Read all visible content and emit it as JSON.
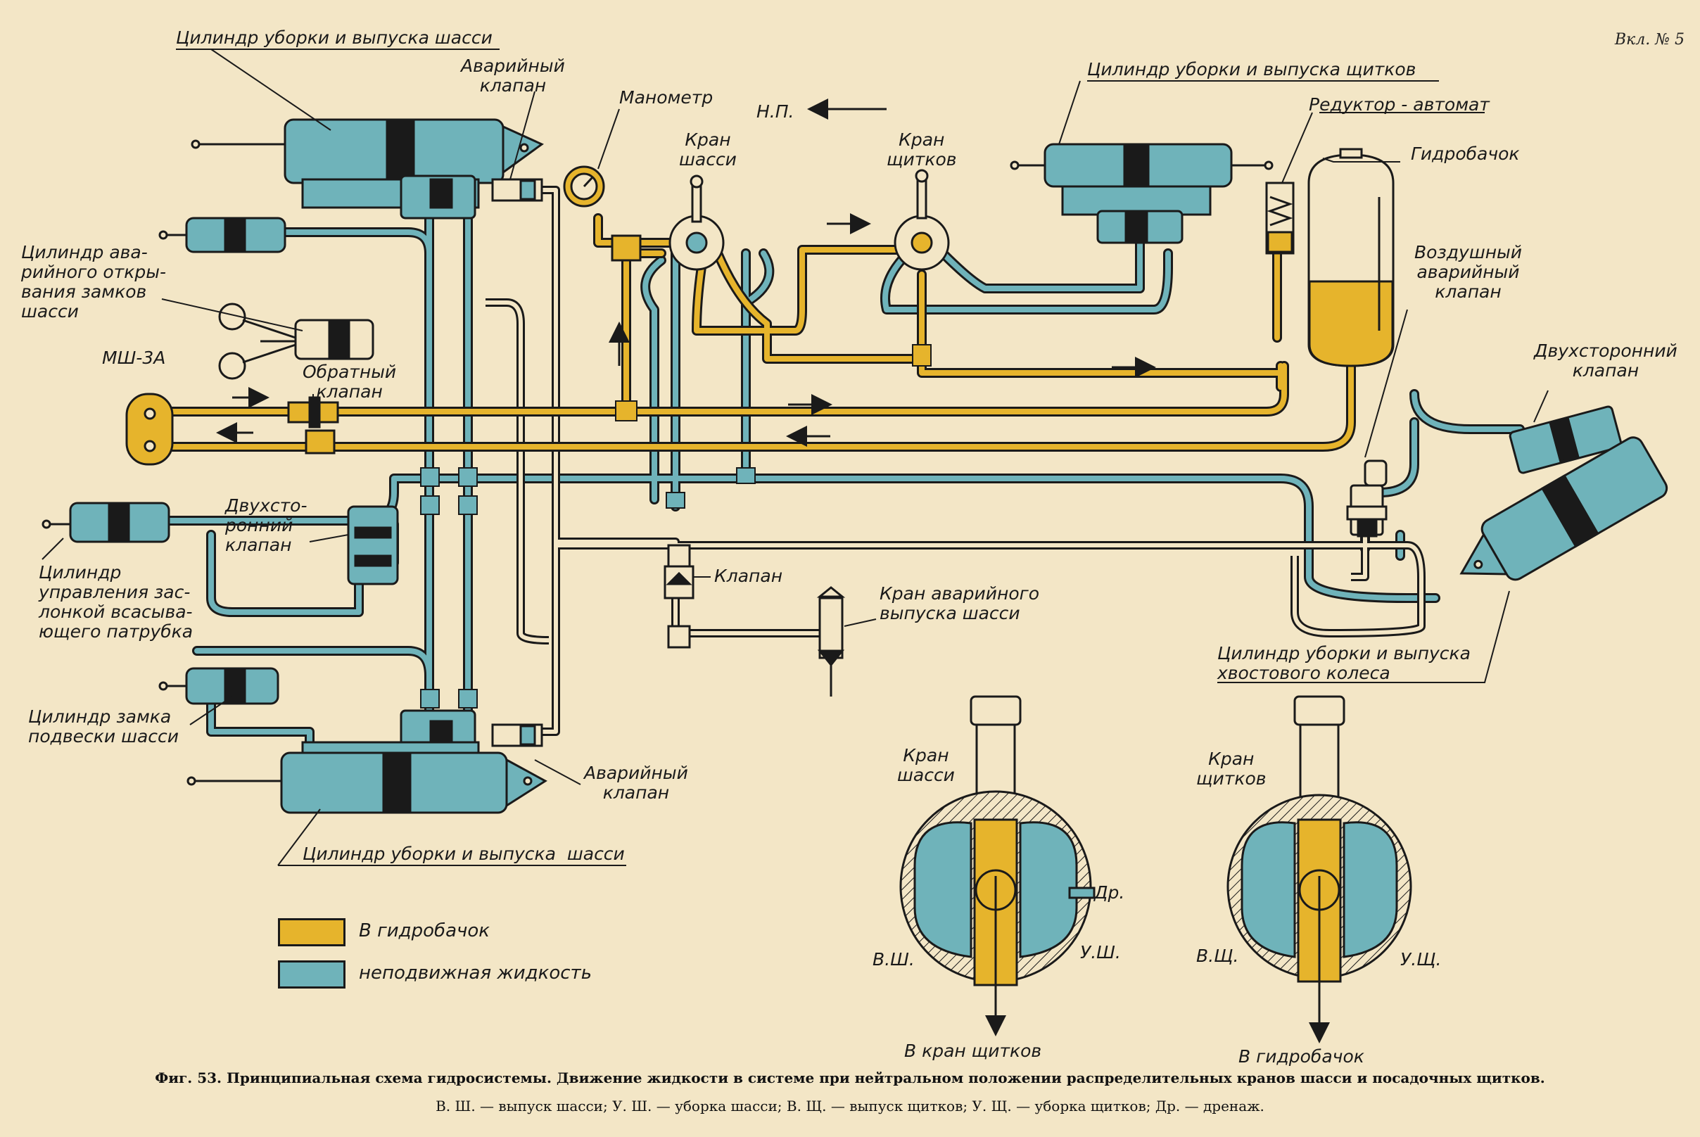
{
  "colors": {
    "paper": "#f3e6c6",
    "blue": "#6fb3ba",
    "yellow": "#e6b42c",
    "ink": "#1a1a1a"
  },
  "sheet_mark": "Вкл. № 5",
  "labels": {
    "gear_cyl_top": "Цилиндр уборки и выпуска шасси",
    "emerg_valve_top": "Аварийный\nклапан",
    "manometer": "Манометр",
    "np": "Н.П.",
    "kran_shassi": "Кран\nшасси",
    "kran_shitkov": "Кран\nщитков",
    "flap_cyl": "Цилиндр уборки и выпуска щитков",
    "reductor": "Редуктор - автомат",
    "hydrotank": "Гидробачок",
    "air_emerg_valve": "Воздушный\nаварийный\nклапан",
    "emerg_lock_cyl": "Цилиндр ава-\nрийного откры-\nвания замков\nшасси",
    "msh3a": "МШ-3А",
    "check_valve": "Обратный\nклапан",
    "two_way_valve_right": "Двухсторонний\nклапан",
    "two_way_valve_left": "Двухсто-\nронний\nклапан",
    "intake_cyl": "Цилиндр\nуправления зас-\nлонкой всасыва-\nющего патрубка",
    "valve": "Клапан",
    "emerg_release_tap": "Кран аварийного\nвыпуска шасси",
    "tail_wheel_cyl": "Цилиндр уборки и выпуска\nхвостового колеса",
    "lock_susp_cyl": "Цилиндр замка\nподвески шасси",
    "emerg_valve_bottom": "Аварийный\nклапан",
    "gear_cyl_bottom": "Цилиндр уборки и выпуска  шасси",
    "detail_kran_shassi": "Кран\nшасси",
    "detail_kran_shitkov": "Кран\nщитков",
    "dr": "Др.",
    "vsh": "В.Ш.",
    "ush": "У.Ш.",
    "vshch": "В.Щ.",
    "ushch": "У.Щ.",
    "to_flap_tap": "В кран щитков",
    "to_hydrotank": "В гидробачок"
  },
  "legend": [
    {
      "text": "В гидробачок",
      "color": "#e6b42c"
    },
    {
      "text": "неподвижная жидкость",
      "color": "#6fb3ba"
    }
  ],
  "caption": {
    "line1": "Фиг. 53. Принципиальная схема гидросистемы. Движение  жидкости в системе при нейтральном положении распределительных кранов шасси и посадочных щитков.",
    "line2": "В. Ш. — выпуск шасси; У. Ш. — уборка шасси; В. Щ. — выпуск щитков; У. Щ. — уборка щитков; Др. — дренаж."
  }
}
